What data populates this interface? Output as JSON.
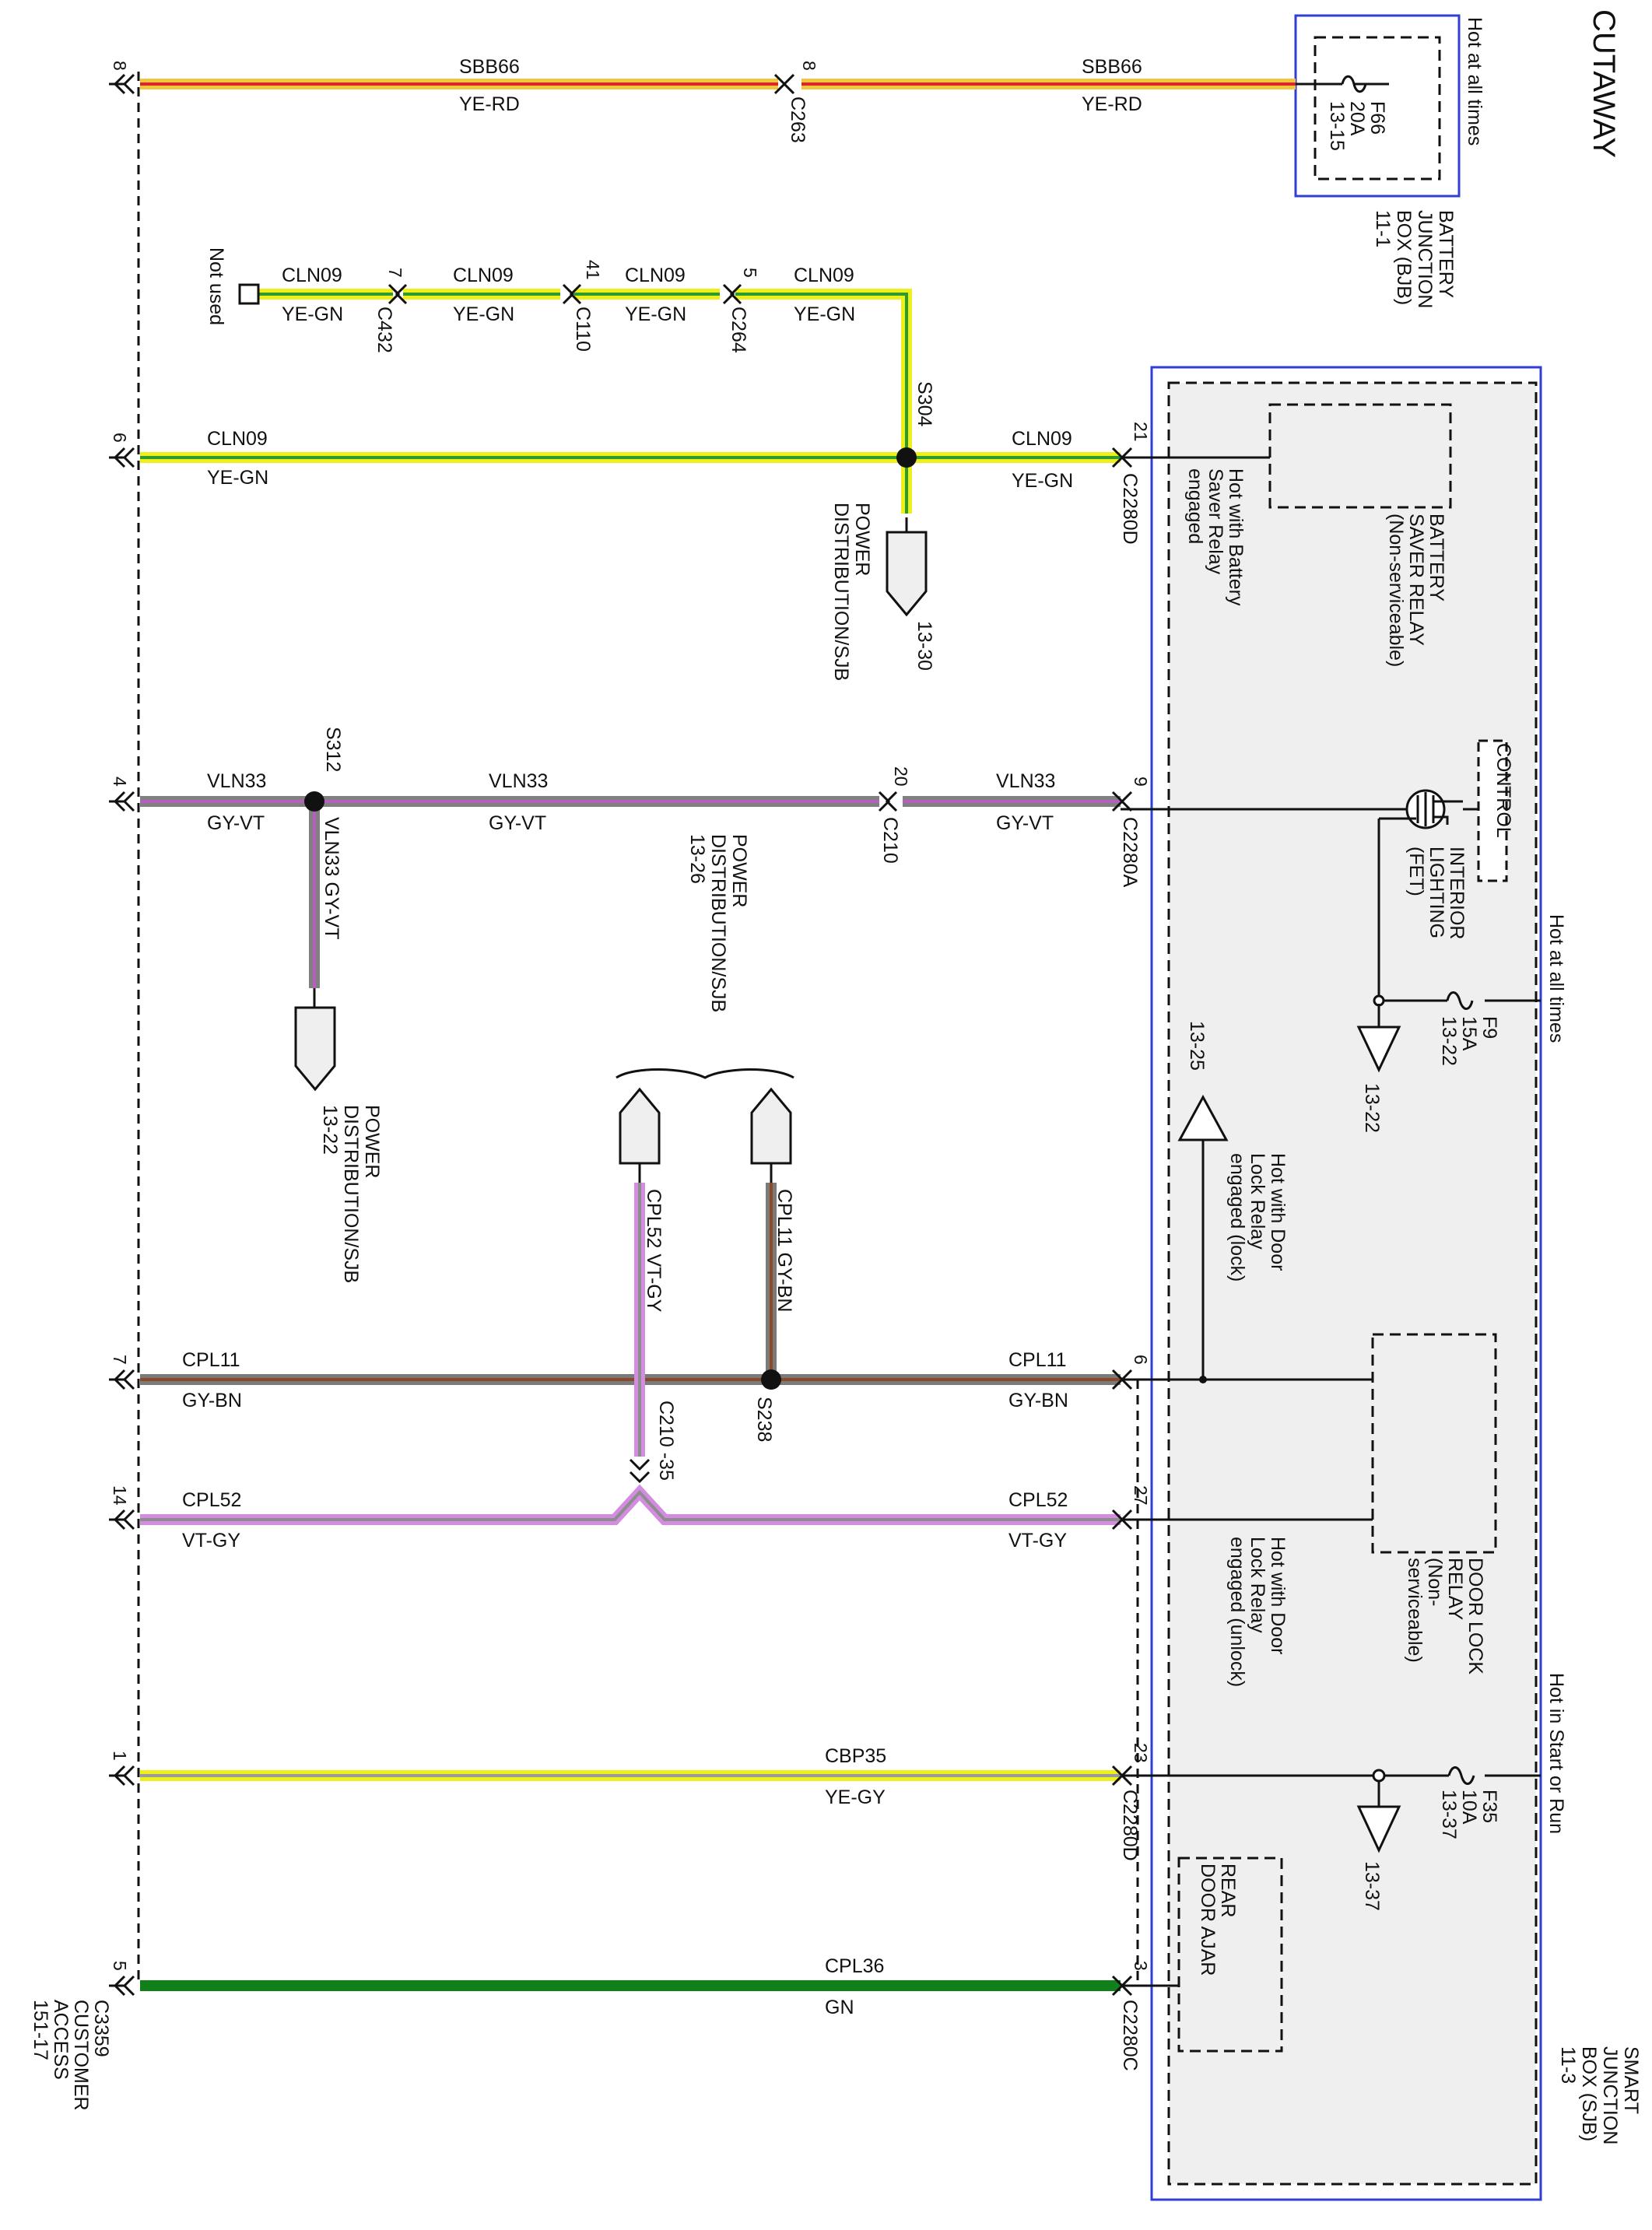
{
  "page_title": "CUTAWAY",
  "colors": {
    "ye_rd_main": "#f2c53d",
    "ye_rd_stripe": "#d8262a",
    "ye_gn_main": "#eef01c",
    "ye_gn_stripe": "#2c9a2c",
    "gy_vt_main": "#808080",
    "gy_vt_stripe": "#b65fbf",
    "gy_bn_main": "#7a7a7a",
    "gy_bn_stripe": "#8a4a2a",
    "vt_gy_main": "#d38ce0",
    "vt_gy_stripe": "#8d8d8d",
    "ye_gy_main": "#eef01c",
    "ye_gy_stripe": "#9a9a9a",
    "gn": "#11801a",
    "module_border": "#2f3fd6",
    "sjb_fill": "#efefef"
  },
  "bjb": {
    "hot_label": "Hot at all times",
    "name_lines": [
      "BATTERY",
      "JUNCTION",
      "BOX (BJB)",
      "11-1"
    ],
    "fuse": [
      "F66",
      "20A",
      "13-15"
    ]
  },
  "sjb": {
    "name_lines": [
      "SMART",
      "JUNCTION",
      "BOX (SJB)",
      "11-3"
    ],
    "hot_all": "Hot at all times",
    "hot_start": "Hot in Start or Run",
    "battery_saver_relay": [
      "BATTERY",
      "SAVER RELAY",
      "(Non-serviceable)"
    ],
    "battery_saver_hot": [
      "Hot with Battery",
      "Saver Relay",
      "engaged"
    ],
    "control_lines": [
      "CON",
      "TROL"
    ],
    "interior_lighting": [
      "INTERIOR",
      "LIGHTING",
      "(FET)"
    ],
    "fuse_f9": [
      "F9",
      "15A",
      "13-22"
    ],
    "ground_f9": "13-22",
    "door_lock_relay": [
      "DOOR LOCK",
      "RELAY",
      "(Non-",
      "serviceable)"
    ],
    "door_lock_hot_lock": [
      "Hot with Door",
      "Lock Relay",
      "engaged (lock)"
    ],
    "door_lock_hot_unlock": [
      "Hot with Door",
      "Lock Relay",
      "engaged (unlock)"
    ],
    "ref_13_25": "13-25",
    "fuse_f35": [
      "F35",
      "10A",
      "13-37"
    ],
    "ground_f35": "13-37",
    "rear_door_ajar": [
      "REAR",
      "DOOR AJAR"
    ]
  },
  "customer_access": [
    "C3359",
    "CUSTOMER",
    "ACCESS",
    "151-17"
  ],
  "circuits": {
    "sbb66": {
      "name": "SBB66",
      "color": "YE-RD"
    },
    "cln09": {
      "name": "CLN09",
      "color": "YE-GN"
    },
    "vln33": {
      "name": "VLN33",
      "color": "GY-VT",
      "branch": "VLN33   GY-VT"
    },
    "cpl11": {
      "name": "CPL11",
      "color": "GY-BN",
      "branch": "CPL11   GY-BN"
    },
    "cpl52": {
      "name": "CPL52",
      "color": "VT-GY",
      "branch": "CPL52   VT-GY"
    },
    "cbp35": {
      "name": "CBP35",
      "color": "YE-GY"
    },
    "cpl36": {
      "name": "CPL36",
      "color": "GN"
    }
  },
  "connectors": {
    "c263": "C263",
    "c432": "C432",
    "c110": "C110",
    "c264": "C264",
    "c2280d": "C2280D",
    "c2280a": "C2280A",
    "c2280c": "C2280C",
    "c210": "C210",
    "c210_35": "C210 -35"
  },
  "splices": {
    "s304": "S304",
    "s312": "S312",
    "s238": "S238"
  },
  "pins": {
    "p8": "8",
    "p8b": "8",
    "p7": "7",
    "p41": "41",
    "p5": "5",
    "p6": "6",
    "p21": "21",
    "p4": "4",
    "p20": "20",
    "p9": "9",
    "p7b": "7",
    "p6b": "6",
    "p14": "14",
    "p27": "27",
    "p1": "1",
    "p23": "23",
    "p5b": "5",
    "p3": "3"
  },
  "not_used": "Not used",
  "refs": {
    "power_13_30": [
      "POWER",
      "DISTRIBUTION/SJB"
    ],
    "power_13_30_num": "13-30",
    "power_13_26": [
      "POWER",
      "DISTRIBUTION/SJB",
      "13-26"
    ],
    "power_13_22": [
      "POWER",
      "DISTRIBUTION/SJB",
      "13-22"
    ]
  }
}
